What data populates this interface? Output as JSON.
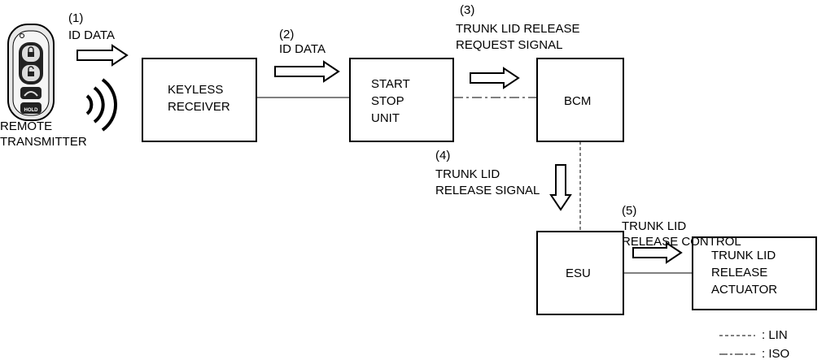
{
  "remote": {
    "label_line1": "REMOTE",
    "label_line2": "TRANSMITTER",
    "hold_text": "HOLD"
  },
  "steps": [
    {
      "number": "(1)",
      "text": "ID DATA"
    },
    {
      "number": "(2)",
      "text": "ID DATA"
    },
    {
      "number": "(3)",
      "text_line1": "TRUNK LID RELEASE",
      "text_line2": "REQUEST SIGNAL"
    },
    {
      "number": "(4)",
      "text_line1": "TRUNK LID",
      "text_line2": "RELEASE SIGNAL"
    },
    {
      "number": "(5)",
      "text_line1": "TRUNK LID",
      "text_line2": "RELEASE CONTROL"
    }
  ],
  "boxes": {
    "keyless_receiver": {
      "line1": "KEYLESS",
      "line2": "RECEIVER"
    },
    "start_stop_unit": {
      "line1": "START",
      "line2": "STOP",
      "line3": "UNIT"
    },
    "bcm": {
      "line1": "BCM"
    },
    "esu": {
      "line1": "ESU"
    },
    "trunk_actuator": {
      "line1": "TRUNK LID",
      "line2": "RELEASE",
      "line3": "ACTUATOR"
    }
  },
  "legend": {
    "lin_label": ": LIN",
    "iso_label": ": ISO"
  }
}
